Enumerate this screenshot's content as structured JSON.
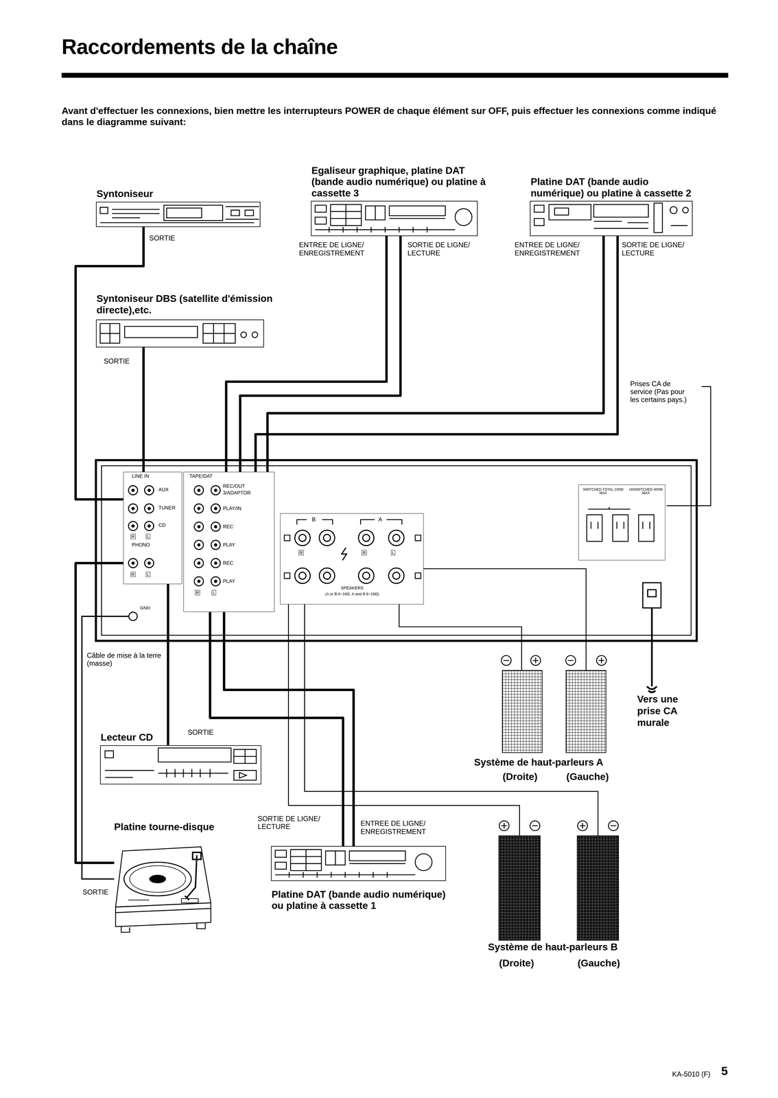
{
  "diagram": {
    "title": "Raccordements de la chaîne",
    "nodes": [
      {
        "text": [
          "Syntoniseur"
        ]
      },
      {
        "text": [
          "Egaliseur graphique, platine DAT (bande audio numérique) ou platine à cassette 3"
        ]
      },
      {
        "text": [
          "Platine DAT (bande audio numérique) ou platine à cassette 2"
        ]
      },
      {
        "text": [
          "Syntoniseur DBS (satellite d'émission directe),etc."
        ]
      },
      {
        "text": [
          "LINE IN",
          "AUX",
          "TUNER",
          "CD",
          "PHONO",
          "R",
          "L",
          "R",
          "L"
        ]
      },
      {
        "text": [
          "TAPE/DAT",
          "REC/OUT",
          "3/ADAPTOR",
          "PLAY/IN",
          "REC",
          "PLAY",
          "REC",
          "PLAY",
          "R",
          "L"
        ]
      },
      {
        "text": [
          "B",
          "A",
          "R",
          "R",
          "L",
          "SPEAKERS",
          "(A or B:4~16Ω, A and B:8~16Ω)"
        ]
      },
      {
        "text": [
          "SWITCHED TOTAL 100W MAX",
          "UNSWITCHED 400W MAX"
        ]
      },
      {
        "text": [
          "(Droite)"
        ]
      },
      {
        "text": [
          "(Gauche)"
        ]
      },
      {
        "text": [
          "Lecteur CD"
        ]
      },
      {
        "text": [
          "Platine tourne-disque"
        ]
      },
      {
        "text": [
          "Platine DAT (bande audio numérique) ou platine à cassette 1"
        ]
      },
      {
        "text": [
          "(Droite)"
        ]
      },
      {
        "text": [
          "(Gauche)"
        ]
      }
    ],
    "edges": [
      {
        "from": 0,
        "to": 4,
        "arrow": "none"
      },
      {
        "from": 1,
        "to": 5,
        "arrow": "none"
      },
      {
        "from": 1,
        "to": 5,
        "arrow": "none"
      },
      {
        "from": 2,
        "to": 5,
        "arrow": "none"
      },
      {
        "from": 2,
        "to": 5,
        "arrow": "none"
      },
      {
        "from": 3,
        "to": 4,
        "arrow": "none"
      },
      {
        "from": 6,
        "to": 8,
        "arrow": "none"
      },
      {
        "from": 6,
        "to": 9,
        "arrow": "none"
      },
      {
        "from": 10,
        "to": 4,
        "arrow": "none"
      },
      {
        "from": 11,
        "to": 4,
        "arrow": "none"
      },
      {
        "from": 12,
        "to": 5,
        "arrow": "none"
      },
      {
        "from": 12,
        "to": 5,
        "arrow": "none"
      },
      {
        "from": 6,
        "to": 13,
        "arrow": "none"
      },
      {
        "from": 6,
        "to": 14,
        "arrow": "none"
      }
    ],
    "labels": [
      "Avant d'effectuer les connexions, bien mettre les interrupteurs POWER de chaque élément sur OFF, puis effectuer les connexions comme indiqué dans le diagramme suivant:",
      "SORTIE",
      "ENTREE DE LIGNE/ ENREGISTREMENT",
      "SORTIE DE LIGNE/ LECTURE",
      "ENTREE DE LIGNE/ ENREGISTREMENT",
      "SORTIE DE LIGNE/ LECTURE",
      "SORTIE",
      "Prises CA de service (Pas pour les certains pays.)",
      "GND",
      "Câble de mise à la terre (masse)",
      "Vers une prise CA murale",
      "Système de haut-parleurs A",
      "SORTIE",
      "SORTIE DE LIGNE/ LECTURE",
      "ENTREE DE LIGNE/ ENREGISTREMENT",
      "SORTIE",
      "Système de haut-parleurs B",
      "KA-5010 (F)",
      "5"
    ]
  }
}
